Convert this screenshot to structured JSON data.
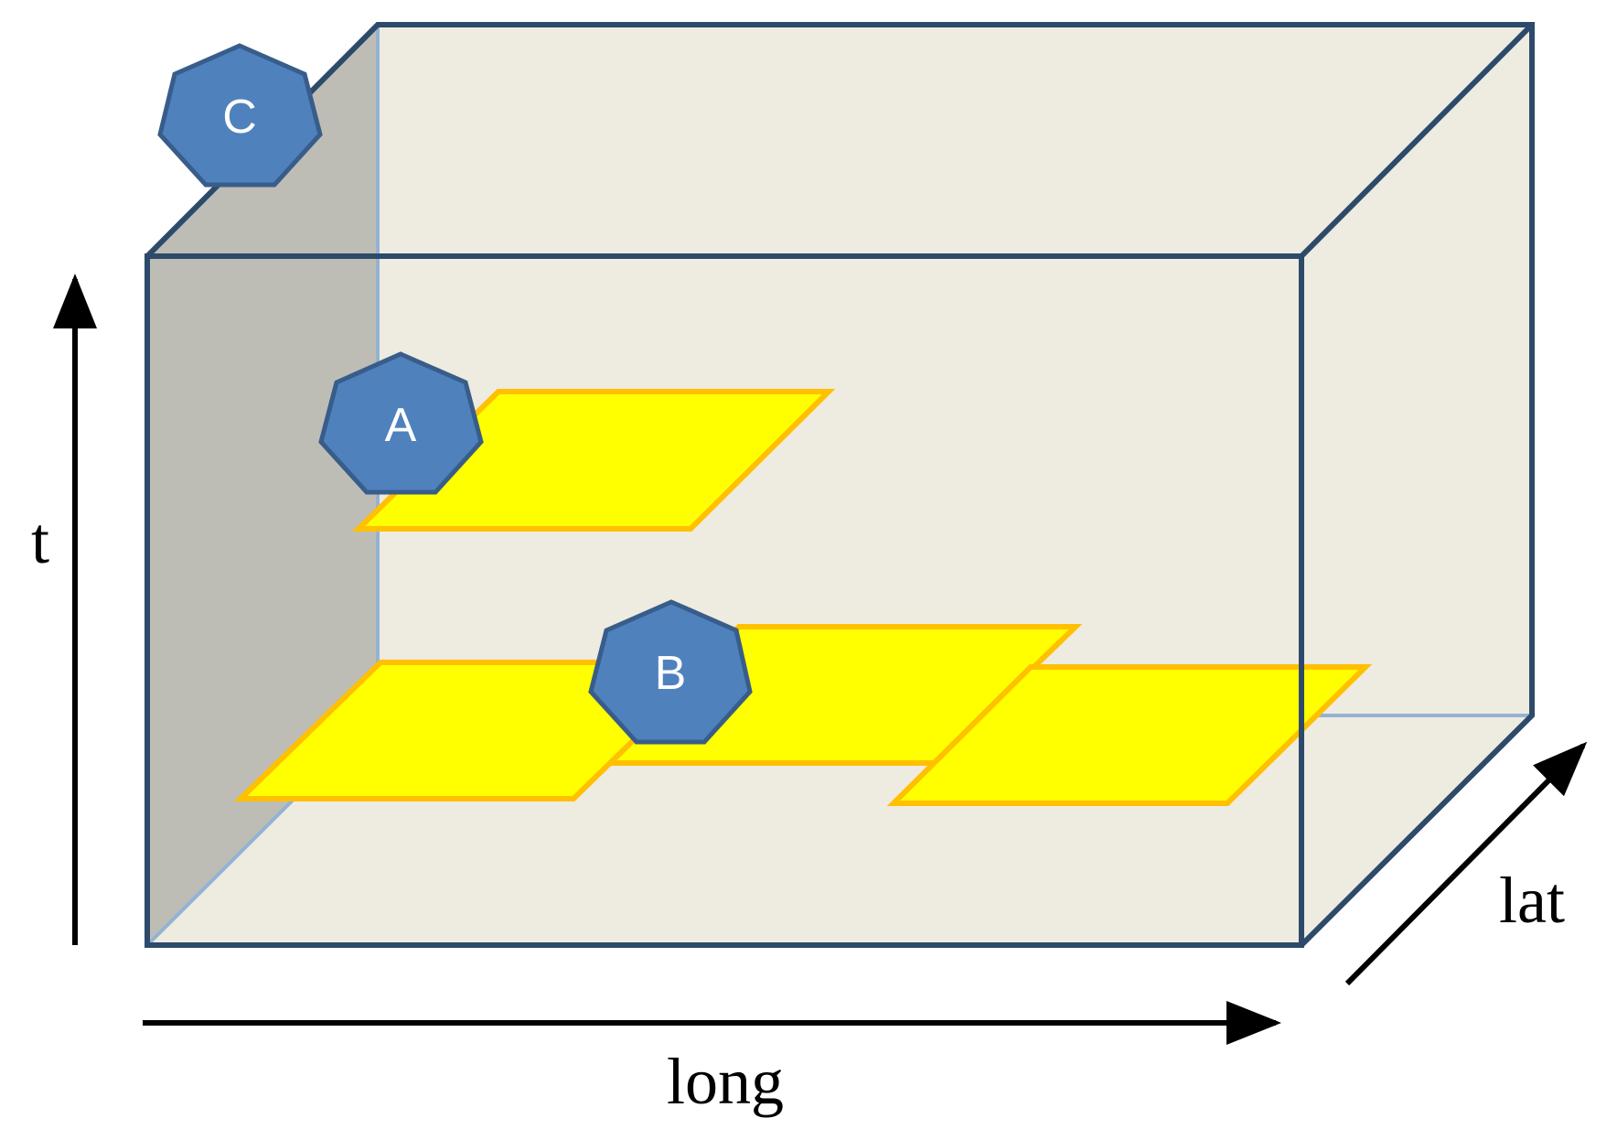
{
  "axes": {
    "t": "t",
    "long": "long",
    "lat": "lat"
  },
  "markers": {
    "a": "A",
    "b": "B",
    "c": "C"
  },
  "colors": {
    "box_outline": "#2e4a6b",
    "box_front_fill": "#eeebe0",
    "box_left_wall": "#bebdb5",
    "box_inner_edge": "#94b2d3",
    "plane_fill": "#ffff00",
    "plane_stroke": "#ffc000",
    "hexagon_fill": "#4f81bd",
    "hexagon_stroke": "#385d8a",
    "axis_arrow": "#000000"
  }
}
